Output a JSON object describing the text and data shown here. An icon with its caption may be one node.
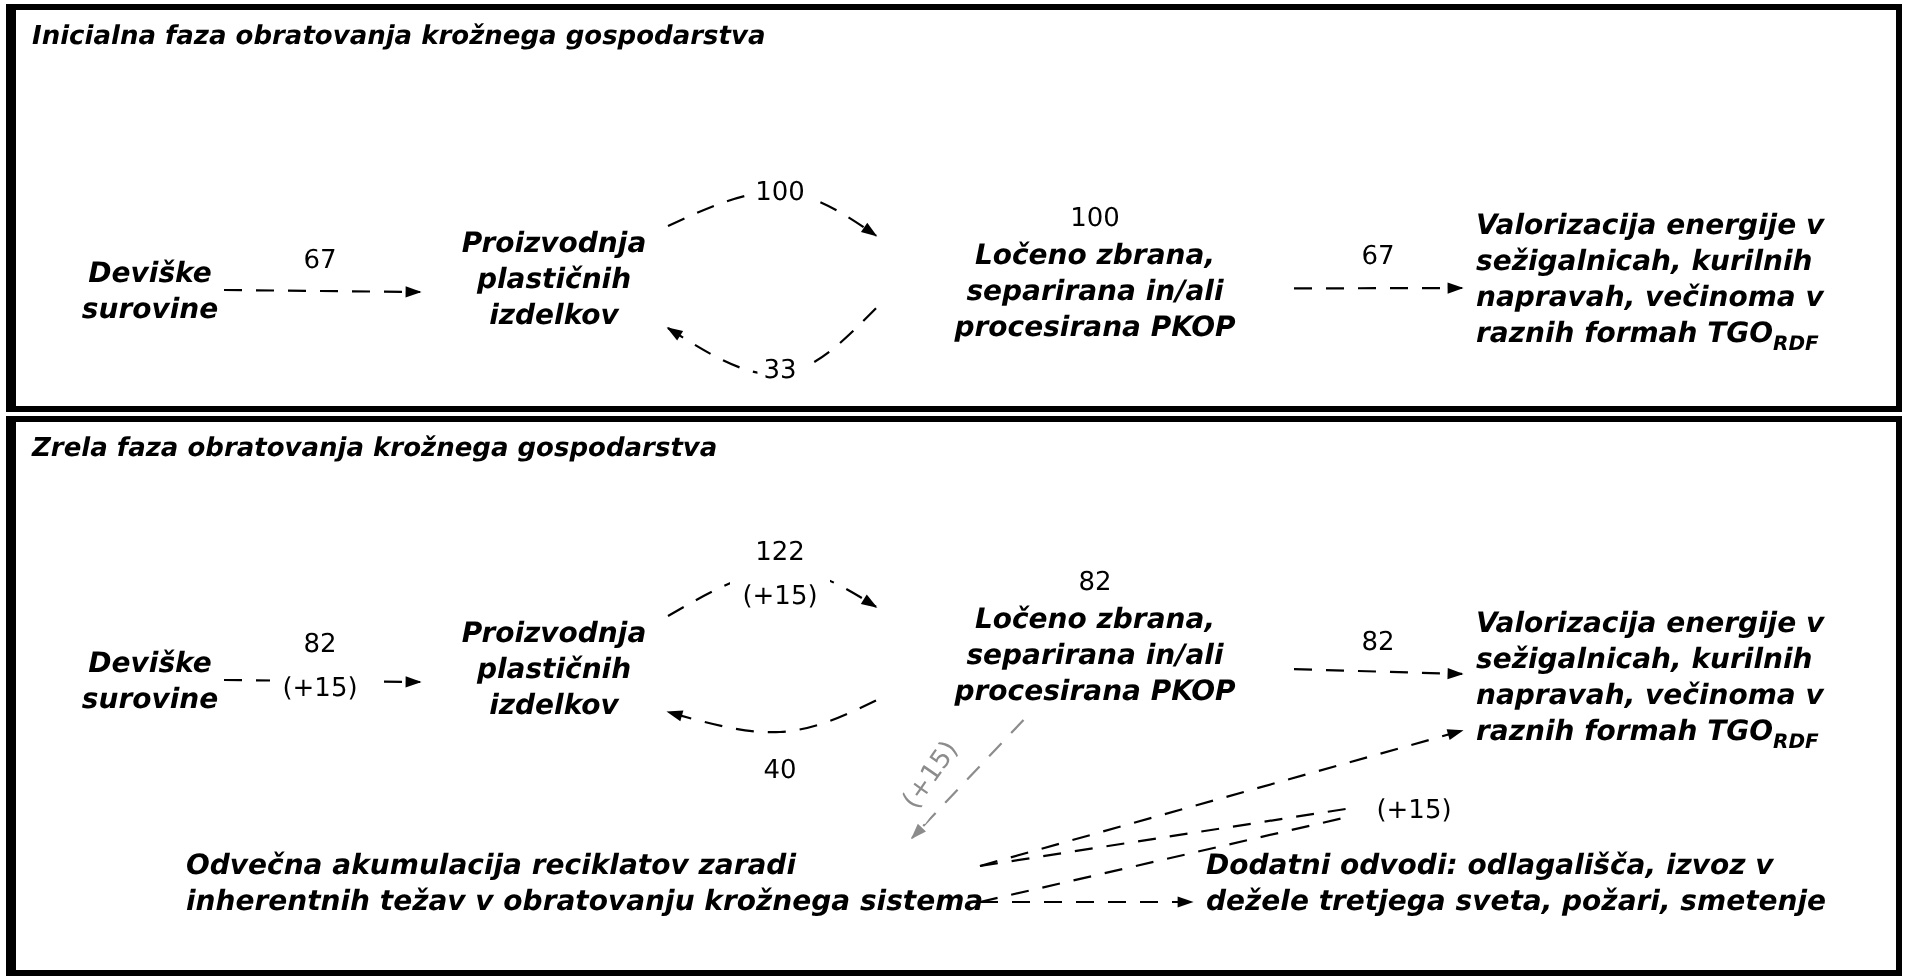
{
  "diagram": {
    "nodes": [
      {
        "text": [
          "Inicialna faza obratovanja krožnega gospodarstva"
        ]
      },
      {
        "text": [
          "Deviške surovine"
        ],
        "in": 0
      },
      {
        "text": [
          "Proizvodnja plastičnih izdelkov"
        ],
        "in": 0
      },
      {
        "text": [
          "Ločeno zbrana, separirana in/ali procesirana PKOP"
        ],
        "in": 0,
        "beside": [
          "100"
        ]
      },
      {
        "text": [
          "Valorizacija energije v sežigalnicah, kurilnih napravah, večinoma v raznih formah TGO$_{RDF}$"
        ],
        "in": 0
      },
      {
        "text": [
          "Zrela faza obratovanja krožnega gospodarstva"
        ]
      },
      {
        "text": [
          "Deviške surovine"
        ],
        "in": 5
      },
      {
        "text": [
          "Proizvodnja plastičnih izdelkov"
        ],
        "in": 5
      },
      {
        "text": [
          "Ločeno zbrana, separirana in/ali procesirana PKOP"
        ],
        "in": 5,
        "beside": [
          "82"
        ]
      },
      {
        "text": [
          "Valorizacija energije v sežigalnicah, kurilnih napravah, večinoma v raznih formah TGO$_{RDF}$"
        ],
        "in": 5
      },
      {
        "text": [
          "Odvečna akumulacija reciklatov zaradi inherentnih težav v obratovanju krožnega sistema"
        ],
        "in": 5
      },
      {
        "text": [
          "Dodatni odvodi: odlagališča, izvoz v dežele tretjega sveta, požari, smetenje"
        ],
        "in": 5
      },
      {
        "text": [
          "(+15)"
        ],
        "in": 5
      }
    ],
    "edges": [
      {
        "from": 1,
        "to": 2,
        "arrow": "to",
        "label": "67"
      },
      {
        "from": 2,
        "to": 3,
        "arrow": "to",
        "label": "100"
      },
      {
        "from": 3,
        "to": 2,
        "arrow": "to",
        "label": "33"
      },
      {
        "from": 3,
        "to": 4,
        "arrow": "to",
        "label": "67"
      },
      {
        "from": 6,
        "to": 7,
        "arrow": "to",
        "label": "82 (+15)"
      },
      {
        "from": 7,
        "to": 8,
        "arrow": "to",
        "label": "122 (+15)"
      },
      {
        "from": 8,
        "to": 7,
        "arrow": "to",
        "label": "40"
      },
      {
        "from": 8,
        "to": 9,
        "arrow": "to",
        "label": "82"
      },
      {
        "from": 8,
        "to": 10,
        "arrow": "to",
        "label": "(+15)",
        "color": "#8c8c8c"
      },
      {
        "from": 10,
        "to": 9,
        "arrow": "to"
      },
      {
        "from": 10,
        "to": 12,
        "arrow": "none"
      },
      {
        "from": 10,
        "to": 12,
        "arrow": "none"
      },
      {
        "from": 10,
        "to": 11,
        "arrow": "to"
      }
    ]
  }
}
